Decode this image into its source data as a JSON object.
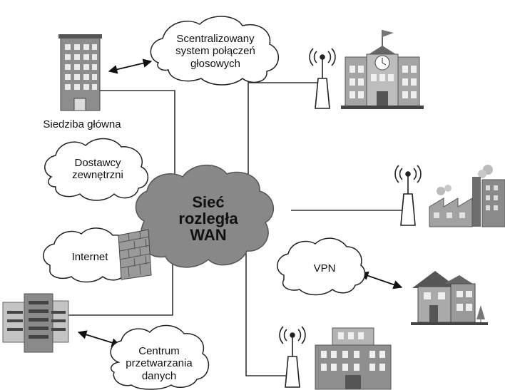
{
  "nodes": {
    "wan": {
      "line1": "Sieć",
      "line2": "rozległa",
      "line3": "WAN"
    },
    "voice_system": {
      "line1": "Scentralizowany",
      "line2": "system połączeń",
      "line3": "głosowych"
    },
    "headquarters": {
      "label": "Siedziba główna"
    },
    "suppliers": {
      "line1": "Dostawcy",
      "line2": "zewnętrzni"
    },
    "internet": {
      "label": "Internet"
    },
    "datacenter": {
      "line1": "Centrum",
      "line2": "przetwarzania",
      "line3": "danych"
    },
    "vpn": {
      "label": "VPN"
    }
  },
  "icons": [
    "office-building-icon",
    "school-building-icon",
    "factory-icon",
    "house-icon",
    "modern-building-icon",
    "server-rack-icon",
    "firewall-icon",
    "antenna-tower-icon"
  ]
}
